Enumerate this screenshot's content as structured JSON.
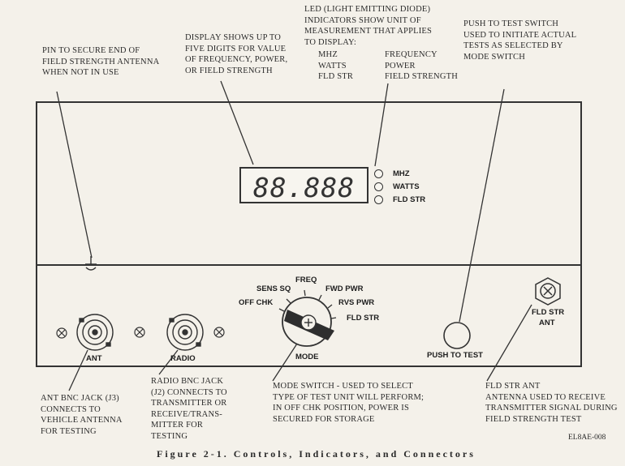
{
  "notes": {
    "pin": [
      "PIN TO SECURE END OF",
      "FIELD STRENGTH ANTENNA",
      "WHEN NOT IN USE"
    ],
    "display": [
      "DISPLAY SHOWS UP TO",
      "FIVE DIGITS FOR VALUE",
      "OF FREQUENCY, POWER,",
      "OR FIELD STRENGTH"
    ],
    "led": [
      "LED (LIGHT EMITTING DIODE)",
      "INDICATORS SHOW UNIT OF",
      "MEASUREMENT THAT APPLIES",
      "TO DISPLAY:"
    ],
    "led_table": [
      {
        "unit": "MHZ",
        "meaning": "FREQUENCY"
      },
      {
        "unit": "WATTS",
        "meaning": "POWER"
      },
      {
        "unit": "FLD STR",
        "meaning": "FIELD  STRENGTH"
      }
    ],
    "push": [
      "PUSH TO TEST SWITCH",
      "USED TO INITIATE ACTUAL",
      "TESTS AS SELECTED BY",
      "MODE SWITCH"
    ],
    "ant_jack": [
      "ANT BNC JACK (J3)",
      "CONNECTS TO",
      "VEHICLE ANTENNA",
      "FOR TESTING"
    ],
    "radio_jack": [
      "RADIO BNC JACK",
      "(J2) CONNECTS TO",
      "TRANSMITTER OR",
      "RECEIVE/TRANS-",
      "MITTER FOR",
      "TESTING"
    ],
    "mode_switch": [
      "MODE SWITCH - USED TO SELECT",
      "TYPE OF TEST UNIT WILL PERFORM;",
      "IN OFF CHK POSITION, POWER IS",
      "SECURED FOR STORAGE"
    ],
    "fld_ant": [
      "FLD STR ANT",
      "ANTENNA  USED  TO  RECEIVE",
      "TRANSMITTER SIGNAL DURING",
      "FIELD STRENGTH TEST"
    ]
  },
  "panel": {
    "display_digits": "88.888",
    "led_labels": [
      "MHZ",
      "WATTS",
      "FLD STR"
    ],
    "mode_positions": [
      "FREQ",
      "SENS SQ",
      "FWD PWR",
      "OFF CHK",
      "RVS PWR",
      "FLD STR"
    ],
    "mode_label": "MODE",
    "ant_label": "ANT",
    "radio_label": "RADIO",
    "push_label": "PUSH TO TEST",
    "fld_ant_label": [
      "FLD STR",
      "ANT"
    ]
  },
  "caption": "Figure 2-1.  Controls, Indicators, and Connectors",
  "figure_code": "EL8AE-008"
}
